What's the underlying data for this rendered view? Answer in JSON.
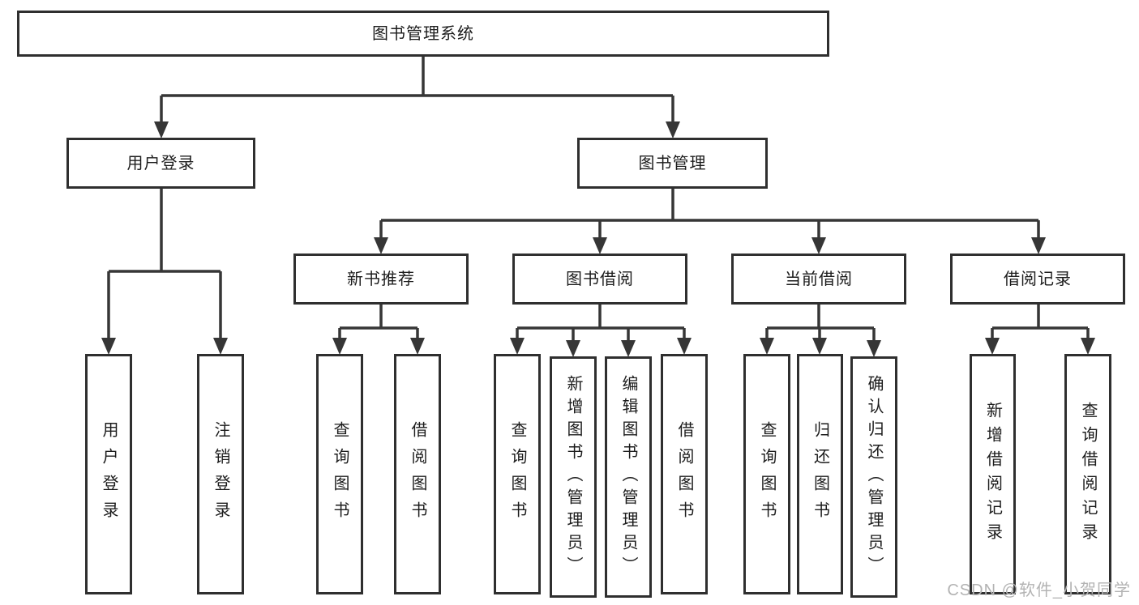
{
  "diagram_title": "图书管理系统",
  "tree": {
    "root": {
      "label": "图书管理系统",
      "children": [
        {
          "label": "用户登录",
          "children": [
            {
              "label": "用户登录"
            },
            {
              "label": "注销登录"
            }
          ]
        },
        {
          "label": "图书管理",
          "children": [
            {
              "label": "新书推荐",
              "children": [
                {
                  "label": "查询图书"
                },
                {
                  "label": "借阅图书"
                }
              ]
            },
            {
              "label": "图书借阅",
              "children": [
                {
                  "label": "查询图书"
                },
                {
                  "label": "新增图书（管理员）"
                },
                {
                  "label": "编辑图书（管理员）"
                },
                {
                  "label": "借阅图书"
                }
              ]
            },
            {
              "label": "当前借阅",
              "children": [
                {
                  "label": "查询图书"
                },
                {
                  "label": "归还图书"
                },
                {
                  "label": "确认归还（管理员）"
                }
              ]
            },
            {
              "label": "借阅记录",
              "children": [
                {
                  "label": "新增借阅记录"
                },
                {
                  "label": "查询借阅记录"
                }
              ]
            }
          ]
        }
      ]
    }
  },
  "watermark": {
    "text": "CSDN @软件_小贺同学"
  },
  "colors": {
    "background": "#ffffff",
    "box_border": "#2f2f2f",
    "connector_line": "#363636",
    "text": "#1c1c1c",
    "watermark": "#b3b3b3"
  }
}
